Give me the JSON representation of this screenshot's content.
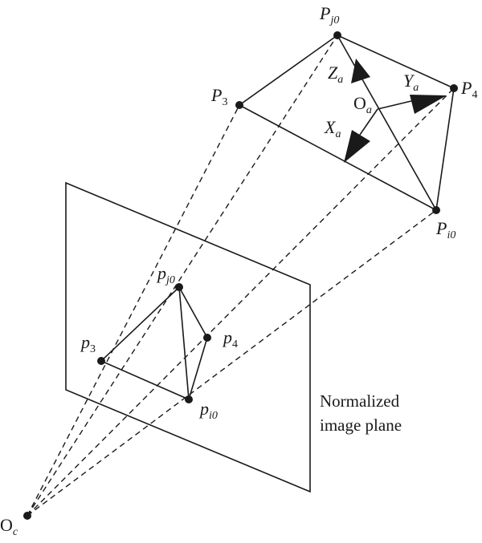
{
  "labels": {
    "Pj0": {
      "base": "P",
      "sub": "j0"
    },
    "P3": {
      "base": "P",
      "sub": "3"
    },
    "P4": {
      "base": "P",
      "sub": "4"
    },
    "Pi0": {
      "base": "P",
      "sub": "i0"
    },
    "Za": {
      "base": "Z",
      "sub": "a"
    },
    "Ya": {
      "base": "Y",
      "sub": "a"
    },
    "Oa": {
      "base": "O",
      "sub": "a"
    },
    "Xa": {
      "base": "X",
      "sub": "a"
    },
    "pj0": {
      "base": "p",
      "sub": "j0"
    },
    "p3": {
      "base": "p",
      "sub": "3"
    },
    "p4": {
      "base": "p",
      "sub": "4"
    },
    "pi0": {
      "base": "p",
      "sub": "i0"
    },
    "Oc": {
      "base": "O",
      "sub": "c"
    }
  },
  "caption": {
    "line1": "Normalized",
    "line2": "image plane"
  }
}
